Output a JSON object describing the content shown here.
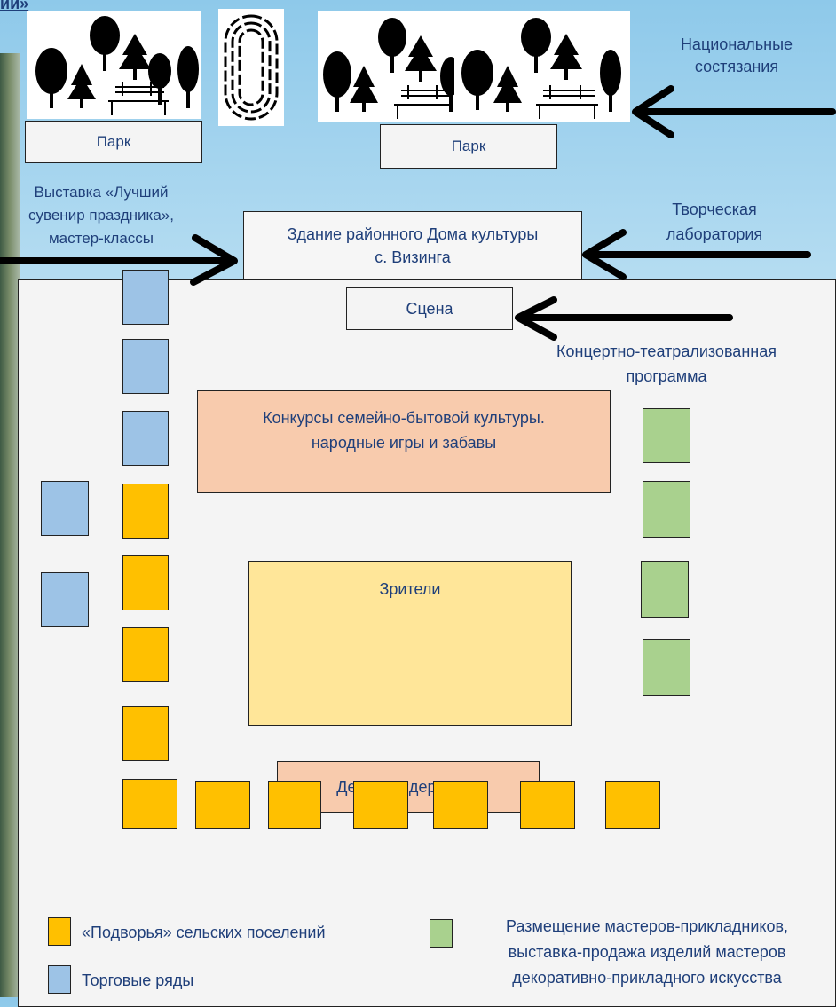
{
  "corner_title": "ии»",
  "park_left": "Парк",
  "park_right": "Парк",
  "competitions": "Национальные\nсостязания",
  "exhibition": "Выставка «Лучший\nсувенир праздника»,\nмастер-классы",
  "creative": "Творческая\nлаборатория",
  "culture_house": "Здание районного Дома культуры\nс. Визинга",
  "stage": "Сцена",
  "concert": "Концертно-театрализованная\nпрограмма",
  "contests": "Конкурсы семейно-бытовой культуры.\nнародные игры и забавы",
  "spectators": "Зрители",
  "kids_village": "Детская «деревня»",
  "legend": {
    "yellow_label": "«Подворья» сельских поселений",
    "blue_label": "Торговые ряды",
    "green_label": "Размещение мастеров-прикладников,\nвыставка-продажа изделий мастеров\nдекоративно-прикладного искусства"
  },
  "colors": {
    "trade_rows": "#9dc3e6",
    "farmsteads": "#ffc000",
    "craftsmen": "#a9d18e",
    "activity": "#f8cbad",
    "spectators": "#ffe699"
  }
}
